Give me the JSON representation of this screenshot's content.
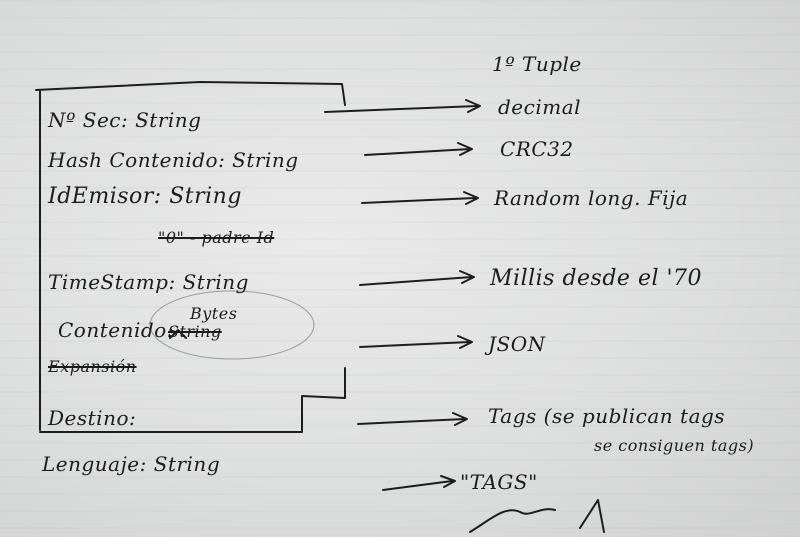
{
  "fields": [
    {
      "label": "Nº Sec: String"
    },
    {
      "label": "Hash Contenido: String"
    },
    {
      "label": "IdEmisor: String"
    },
    {
      "label": "TimeStamp: String"
    },
    {
      "label": "Contenido:"
    },
    {
      "label": "Destino:"
    },
    {
      "label": "Lenguaje: String"
    }
  ],
  "struck_notes": {
    "padre_id": "\"0\" - padre Id",
    "contenido_string": "String",
    "expansion": "Expansión"
  },
  "contenido_insert": "Bytes",
  "notes": {
    "title": "1º Tuple",
    "decimal": "decimal",
    "crc": "CRC32",
    "random": "Random long. Fija",
    "millis": "Millis desde el '70",
    "json": "JSON",
    "tags_line1": "Tags (se publican tags",
    "tags_line2": "se consiguen tags)",
    "tags_quote": "\"TAGS\""
  }
}
